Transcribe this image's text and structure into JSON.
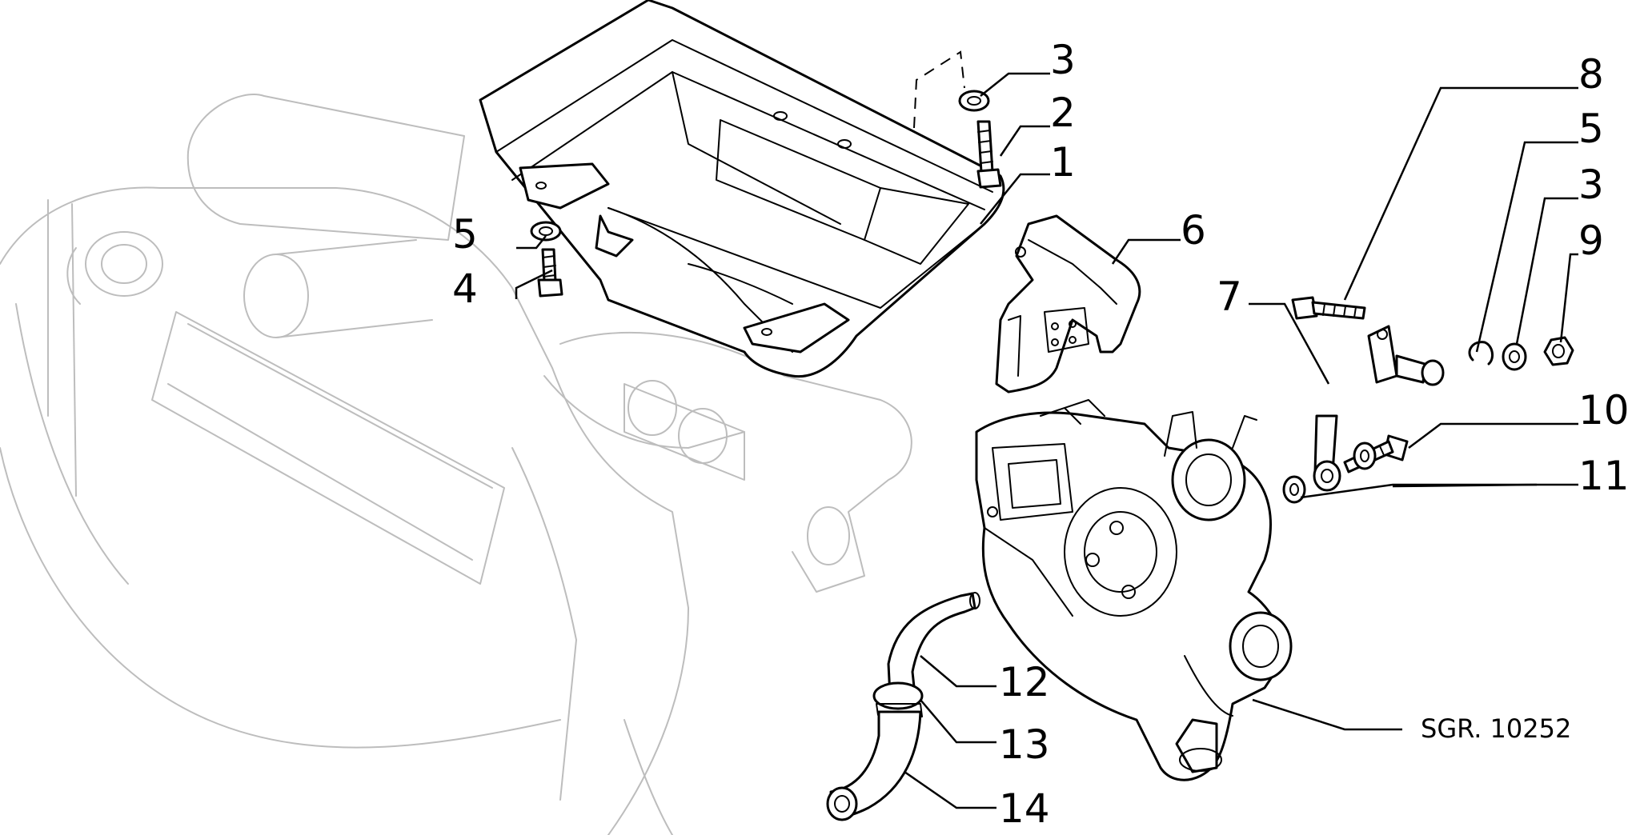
{
  "callouts": {
    "c1": "1",
    "c2": "2",
    "c3a": "3",
    "c3b": "3",
    "c4": "4",
    "c5a": "5",
    "c5b": "5",
    "c6": "6",
    "c7": "7",
    "c8": "8",
    "c9": "9",
    "c10": "10",
    "c11": "11",
    "c12": "12",
    "c13": "13",
    "c14": "14"
  },
  "reference": "SGR. 10252",
  "colors": {
    "line": "#000000",
    "ghost": "#bdbdbd",
    "background": "#ffffff"
  }
}
